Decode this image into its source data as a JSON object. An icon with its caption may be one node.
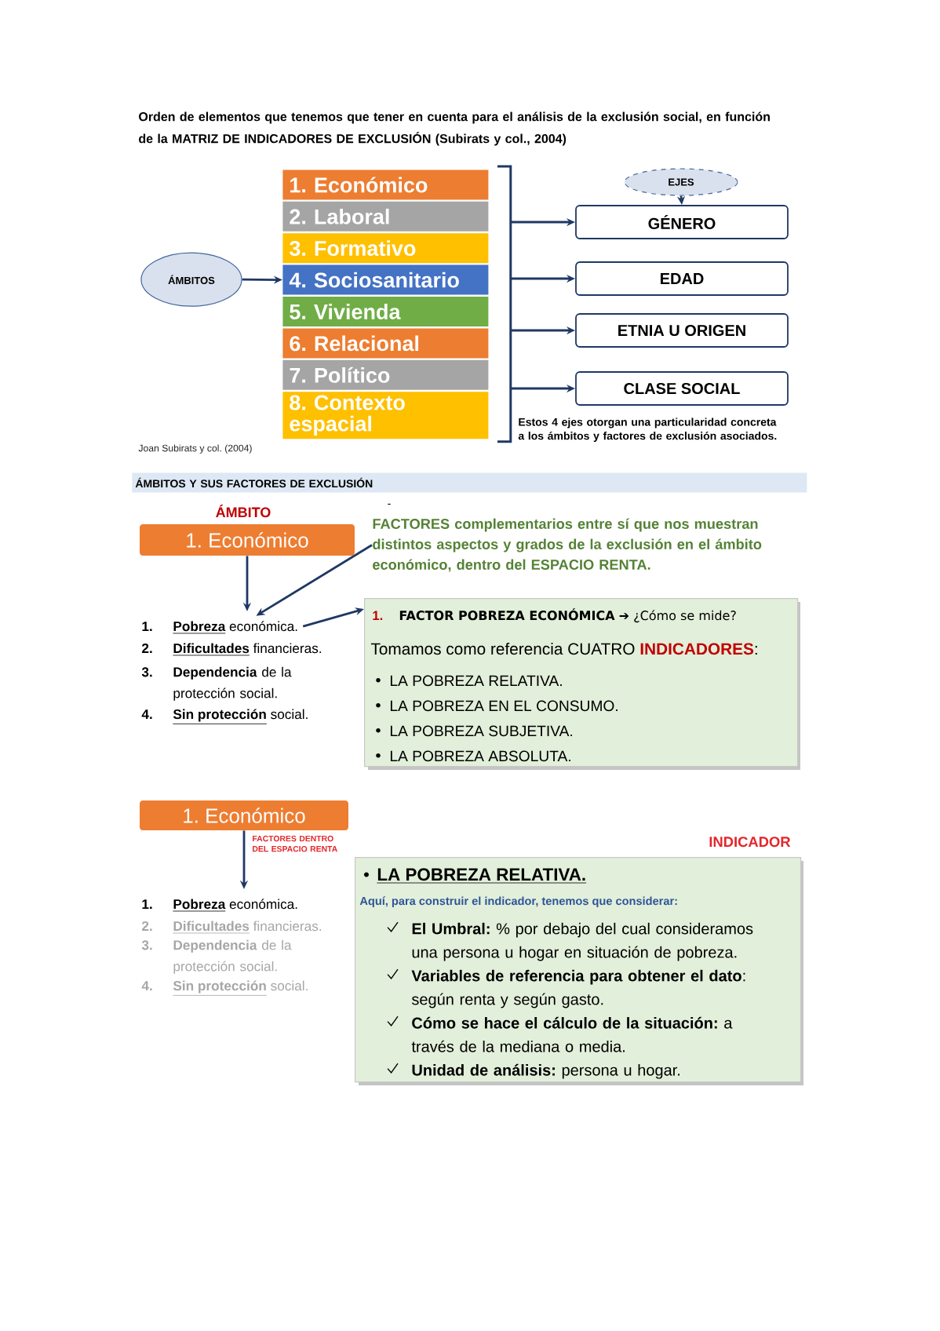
{
  "diagram": {
    "title": "Orden de elementos que tenemos que tener en cuenta para el análisis de la exclusión social, en función de la MATRIZ DE INDICADORES DE EXCLUSIÓN (Subirats y col., 2004)",
    "nodes": [
      {
        "text": [
          "ÁMBITOS"
        ]
      },
      {
        "text": [
          "1. Económico"
        ]
      },
      {
        "text": [
          "2. Laboral"
        ]
      },
      {
        "text": [
          "3. Formativo"
        ]
      },
      {
        "text": [
          "4. Sociosanitario"
        ]
      },
      {
        "text": [
          "5. Vivienda"
        ]
      },
      {
        "text": [
          "6. Relacional"
        ]
      },
      {
        "text": [
          "7. Político"
        ]
      },
      {
        "text": [
          "8. Contexto espacial"
        ]
      },
      {
        "text": [],
        "shape": "bracket"
      },
      {
        "text": [
          "EJES"
        ]
      },
      {
        "text": [
          "GÉNERO"
        ]
      },
      {
        "text": [
          "EDAD"
        ]
      },
      {
        "text": [
          "ETNIA U ORIGEN"
        ]
      },
      {
        "text": [
          "CLASE SOCIAL"
        ]
      },
      {
        "text": [
          "ÁMBITOS Y SUS FACTORES DE EXCLUSIÓN"
        ]
      },
      {
        "text": [
          "ÁMBITO",
          "1. Económico"
        ]
      },
      {
        "text": [
          "FACTORES complementarios entre sí que nos muestran distintos aspectos y grados de la exclusión en el ámbito económico, dentro del ESPACIO RENTA."
        ]
      },
      {
        "text": [
          "1.",
          "**Pobreza** económica."
        ]
      },
      {
        "text": [
          "2.",
          "**Dificultades** financieras."
        ]
      },
      {
        "text": [
          "3.",
          "**Dependencia** de la protección social."
        ]
      },
      {
        "text": [
          "4.",
          "**Sin protección** social."
        ]
      },
      {
        "text": [
          "1.",
          "**FACTOR POBREZA ECONÓMICA** ➔ ¿Cómo se mide?",
          "Tomamos como referencia CUATRO **INDICADORES**:",
          "LA POBREZA RELATIVA.",
          "LA POBREZA EN EL CONSUMO.",
          "LA POBREZA SUBJETIVA.",
          "LA POBREZA ABSOLUTA."
        ]
      },
      {
        "text": [
          "1. Económico"
        ]
      },
      {
        "text": [
          "1.",
          "**Pobreza** económica."
        ]
      },
      {
        "text": [
          "2.",
          "**Dificultades** financieras."
        ]
      },
      {
        "text": [
          "3.",
          "**Dependencia** de la protección social."
        ]
      },
      {
        "text": [
          "4.",
          "**Sin protección** social."
        ]
      },
      {
        "text": [
          "INDICADOR",
          "LA POBREZA RELATIVA.",
          "Aquí, para construir el indicador, tenemos que considerar:",
          "**El Umbral:** % por debajo del cual consideramos una persona u hogar en situación de pobreza.",
          "**Variables de referencia para obtener el dato**: según renta y según gasto.",
          "**Cómo se hace el cálculo de la situación:** a través de la mediana o media.",
          "**Unidad de análisis:** persona u hogar."
        ]
      }
    ],
    "edges": [
      {
        "from": 0,
        "to": 4,
        "arrow": "to"
      },
      {
        "from": 9,
        "to": 11,
        "arrow": "to"
      },
      {
        "from": 9,
        "to": 12,
        "arrow": "to"
      },
      {
        "from": 9,
        "to": 13,
        "arrow": "to"
      },
      {
        "from": 9,
        "to": 14,
        "arrow": "to"
      },
      {
        "from": 10,
        "to": 11,
        "arrow": "to"
      },
      {
        "from": 16,
        "to": 18,
        "arrow": "to"
      },
      {
        "from": 17,
        "to": 18,
        "arrow": "to"
      },
      {
        "from": 18,
        "to": 22,
        "arrow": "to"
      },
      {
        "from": 23,
        "to": 24,
        "arrow": "to",
        "label": "FACTORES DENTRO DEL ESPACIO RENTA"
      }
    ],
    "labels": [
      "Estos 4 ejes otorgan una particularidad concreta a los ámbitos y factores de exclusión asociados.",
      "Joan Subirats y col. (2004)",
      "-"
    ]
  }
}
